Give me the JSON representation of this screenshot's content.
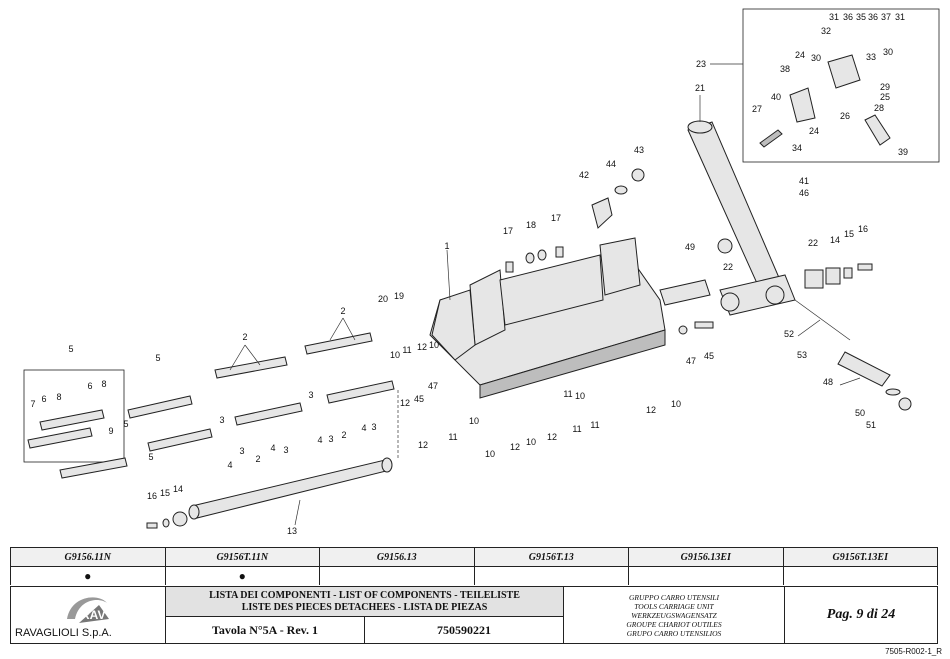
{
  "callouts": {
    "c1": "1",
    "c2a": "2",
    "c2b": "2",
    "c2c": "2",
    "c2d": "2",
    "c3a": "3",
    "c3b": "3",
    "c3c": "3",
    "c3d": "3",
    "c3e": "3",
    "c3f": "3",
    "c4a": "4",
    "c4b": "4",
    "c4c": "4",
    "c4d": "4",
    "c5a": "5",
    "c5b": "5",
    "c5c": "5",
    "c5d": "5",
    "c6a": "6",
    "c6b": "6",
    "c7": "7",
    "c8a": "8",
    "c8b": "8",
    "c9": "9",
    "c10a": "10",
    "c10b": "10",
    "c10c": "10",
    "c10d": "10",
    "c10e": "10",
    "c10f": "10",
    "c10g": "10",
    "c11a": "11",
    "c11b": "11",
    "c11c": "11",
    "c11d": "11",
    "c11e": "11",
    "c12a": "12",
    "c12b": "12",
    "c12c": "12",
    "c12d": "12",
    "c12e": "12",
    "c12f": "12",
    "c13": "13",
    "c14a": "14",
    "c14b": "14",
    "c15a": "15",
    "c15b": "15",
    "c16a": "16",
    "c16b": "16",
    "c17a": "17",
    "c17b": "17",
    "c18": "18",
    "c19": "19",
    "c20": "20",
    "c21": "21",
    "c22a": "22",
    "c22b": "22",
    "c23": "23",
    "c24a": "24",
    "c24b": "24",
    "c25": "25",
    "c26": "26",
    "c27": "27",
    "c28": "28",
    "c29": "29",
    "c30a": "30",
    "c30b": "30",
    "c31a": "31",
    "c31b": "31",
    "c32": "32",
    "c33": "33",
    "c34": "34",
    "c35": "35",
    "c36a": "36",
    "c36b": "36",
    "c37": "37",
    "c38": "38",
    "c39": "39",
    "c40": "40",
    "c41": "41",
    "c42": "42",
    "c43": "43",
    "c44": "44",
    "c45a": "45",
    "c45b": "45",
    "c46": "46",
    "c47a": "47",
    "c47b": "47",
    "c48": "48",
    "c49": "49",
    "c50": "50",
    "c51": "51",
    "c52": "52",
    "c53": "53"
  },
  "variants": {
    "headers": [
      "G9156.11N",
      "G9156T.11N",
      "G9156.13",
      "G9156T.13",
      "G9156.13EI",
      "G9156T.13EI"
    ],
    "marks": [
      "●",
      "●",
      "",
      "",
      "",
      ""
    ]
  },
  "titleblock": {
    "company": "RAVAGLIOLI S.p.A.",
    "logo_text": "RAV",
    "lists_line1": "LISTA DEI COMPONENTI - LIST OF COMPONENTS - TEILELISTE",
    "lists_line2": "LISTE DES PIECES DETACHEES - LISTA DE PIEZAS",
    "table_ref": "Tavola N°5A - Rev. 1",
    "code": "750590221",
    "group_it": "GRUPPO CARRO UTENSILI",
    "group_en": "TOOLS CARRIAGE UNIT",
    "group_de": "WERKZEUGSWAGENSATZ",
    "group_fr": "GROUPE CHARIOT OUTILES",
    "group_es": "GRUPO CARRO UTENSILIOS",
    "page": "Pag. 9 di 24",
    "doc_ref": "7505-R002-1_R"
  },
  "colors": {
    "line": "#222222",
    "part_fill": "#e6e6e6",
    "part_shade": "#bdbdbd",
    "header_fill": "#e2e2e2"
  }
}
